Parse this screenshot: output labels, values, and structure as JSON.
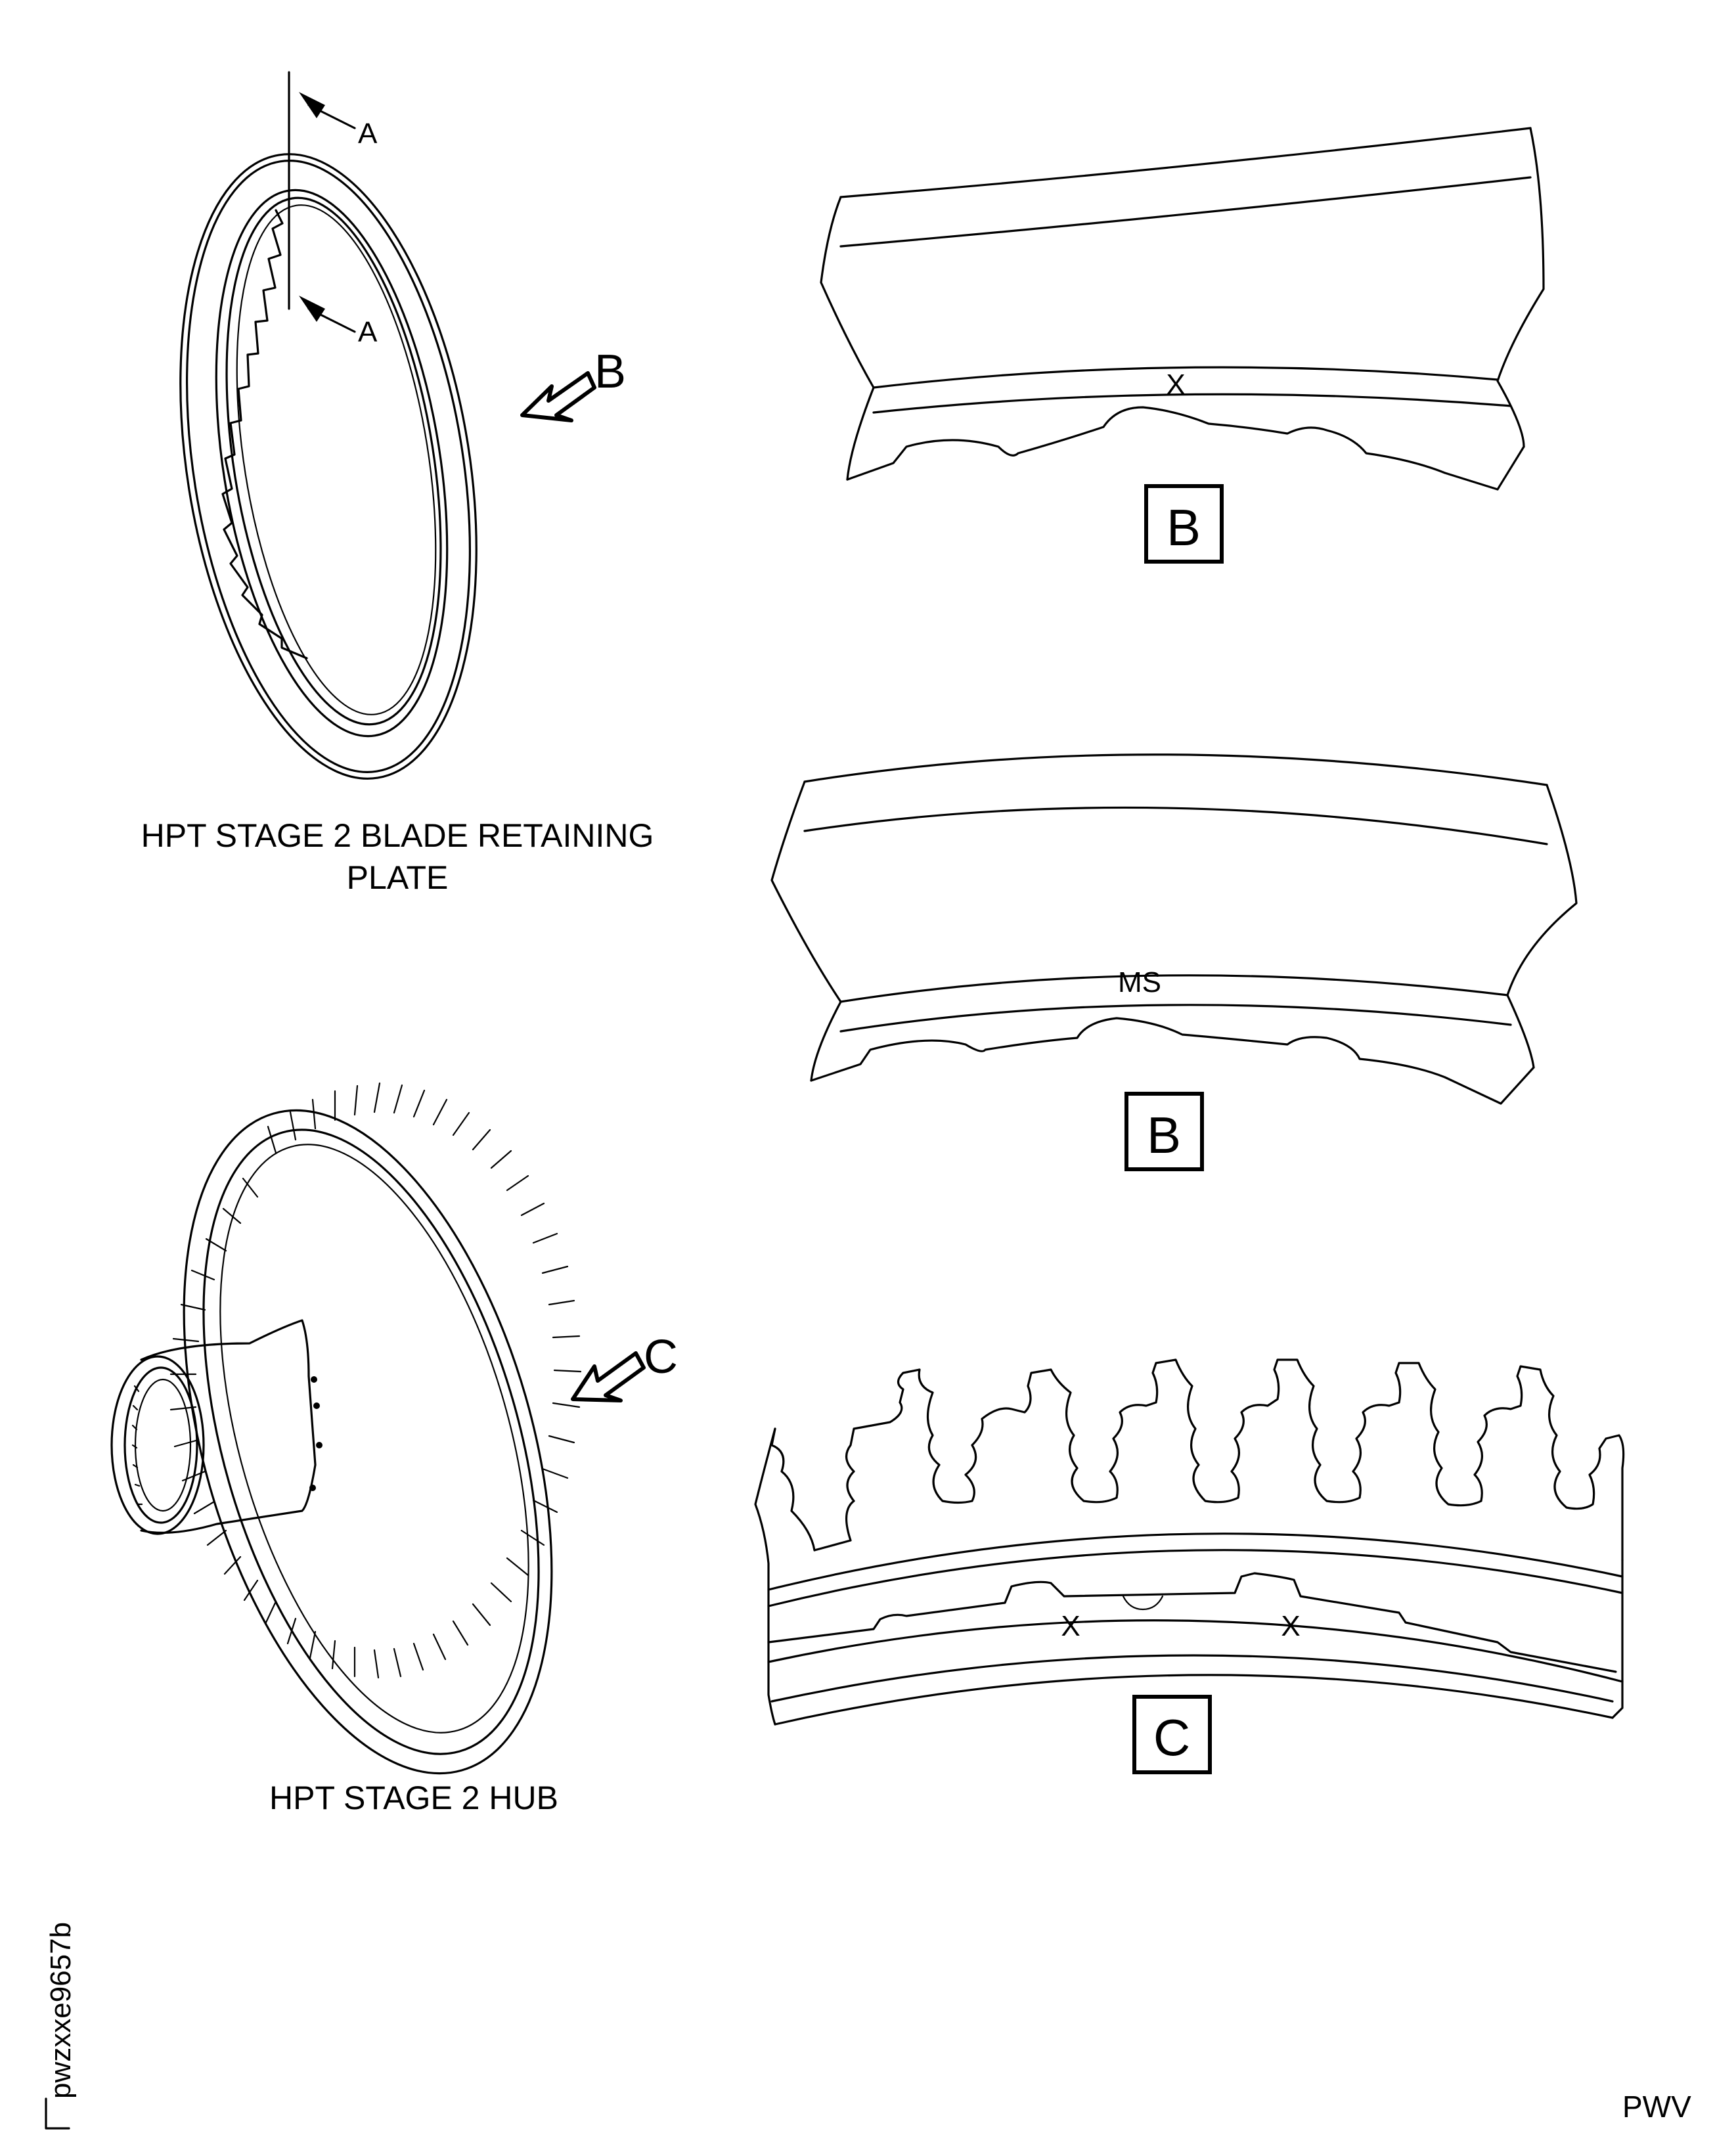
{
  "plate": {
    "caption_line1": "HPT STAGE 2 BLADE RETAINING",
    "caption_line2": "PLATE",
    "section_label_top": "A",
    "section_label_bottom": "A",
    "view_arrow_label": "B"
  },
  "hub": {
    "caption": "HPT STAGE 2 HUB",
    "view_arrow_label": "C"
  },
  "detail_b1": {
    "view_label": "B",
    "mark": "X"
  },
  "detail_b2": {
    "view_label": "B",
    "mark": "MS"
  },
  "detail_c": {
    "view_label": "C",
    "mark_left": "X",
    "mark_right": "X"
  },
  "figure_id": "pwzxxe9657b",
  "corner_code": "PWV"
}
